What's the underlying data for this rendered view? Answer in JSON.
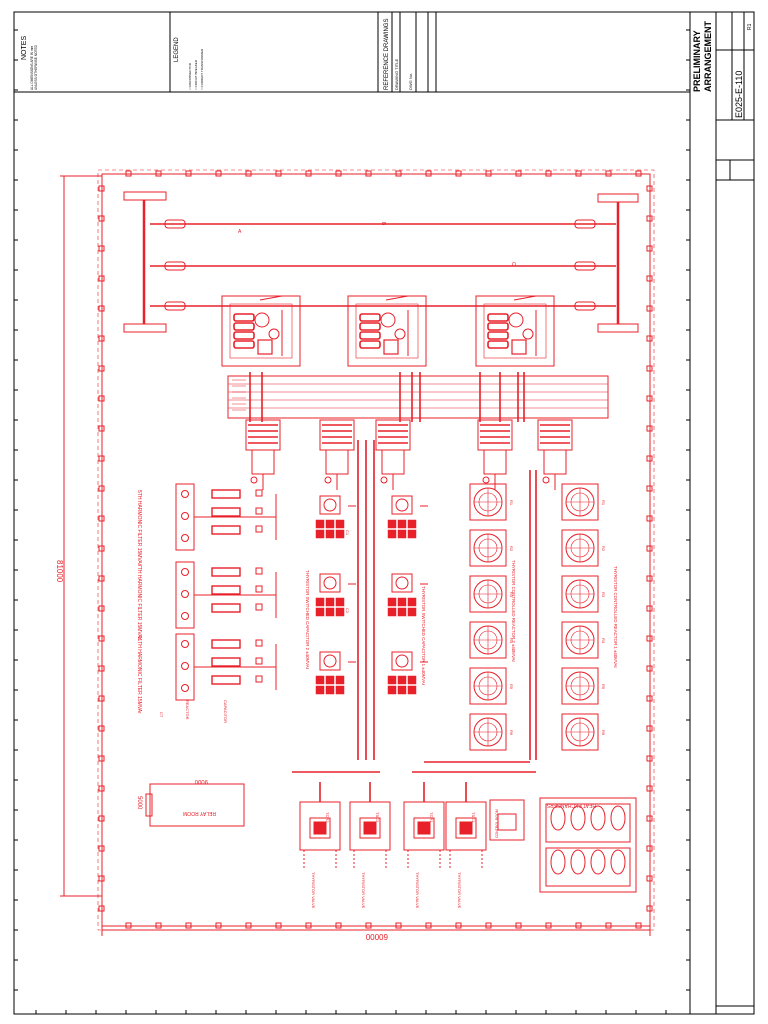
{
  "title_block": {
    "status_line1": "PRELIMINARY",
    "status_line2": "ARRANGEMENT",
    "drawing_number": "E025-E-110",
    "revision": "R1"
  },
  "notes": {
    "heading": "NOTES",
    "line1": "ALL DIMENSIONS ARE IN mm",
    "line2": "UNLESS OTHERWISE NOTED"
  },
  "legend": {
    "heading": "LEGEND",
    "items": [
      "= DISCONNECTOR",
      "= CIRCUIT BREAKER",
      "= CURRENT TRANSFORMER"
    ]
  },
  "reference": {
    "heading": "REFERENCE DRAWINGS",
    "col1": "DRAWING TITLE",
    "col2": "DWG No."
  },
  "dimensions": {
    "overall_width": "60000",
    "overall_height": "81000",
    "relay_width": "9000",
    "relay_height": "5000"
  },
  "bus_labels": {
    "a": "A",
    "b": "B",
    "c": "C"
  },
  "harmonic_filters": [
    "5TH HARMONIC FILTER 15MVAr",
    "7TH HARMONIC FILTER 15MVAr",
    "11TH HARMONIC FILTER 15MVAr"
  ],
  "filter_parts": {
    "reactor": "REACTOR",
    "capacitor": "CAPACITOR",
    "ct": "CT"
  },
  "capacitor_banks": [
    "THYRISTOR SWITCHED CAPACITOR 2 ±40MVAr",
    "THYRISTOR SWITCHED CAPACITOR 1 ±40MVAr"
  ],
  "reactor_banks": [
    "THYRISTOR CONTROLLED REACTOR 2 ±40MVAr",
    "THYRISTOR CONTROLLED REACTOR 1 ±40MVAr"
  ],
  "relay_room": "RELAY ROOM",
  "heat_exchangers": "HEAT EXCHANGERS",
  "thyristor_valves": [
    "THYRISTOR VALVE",
    "THYRISTOR VALVE",
    "THYRISTOR VALVE",
    "THYRISTOR VALVE"
  ],
  "valve_tags": [
    "TCR2",
    "TSC2",
    "TCR1",
    "TSC1"
  ],
  "control_room": "CONTROL ROOM",
  "item_tags": [
    "R1",
    "R2",
    "R3",
    "R4",
    "R5",
    "R6",
    "C1",
    "C2"
  ],
  "colors": {
    "drawing": "#e8202a",
    "frame": "#000000",
    "paper": "#ffffff"
  }
}
